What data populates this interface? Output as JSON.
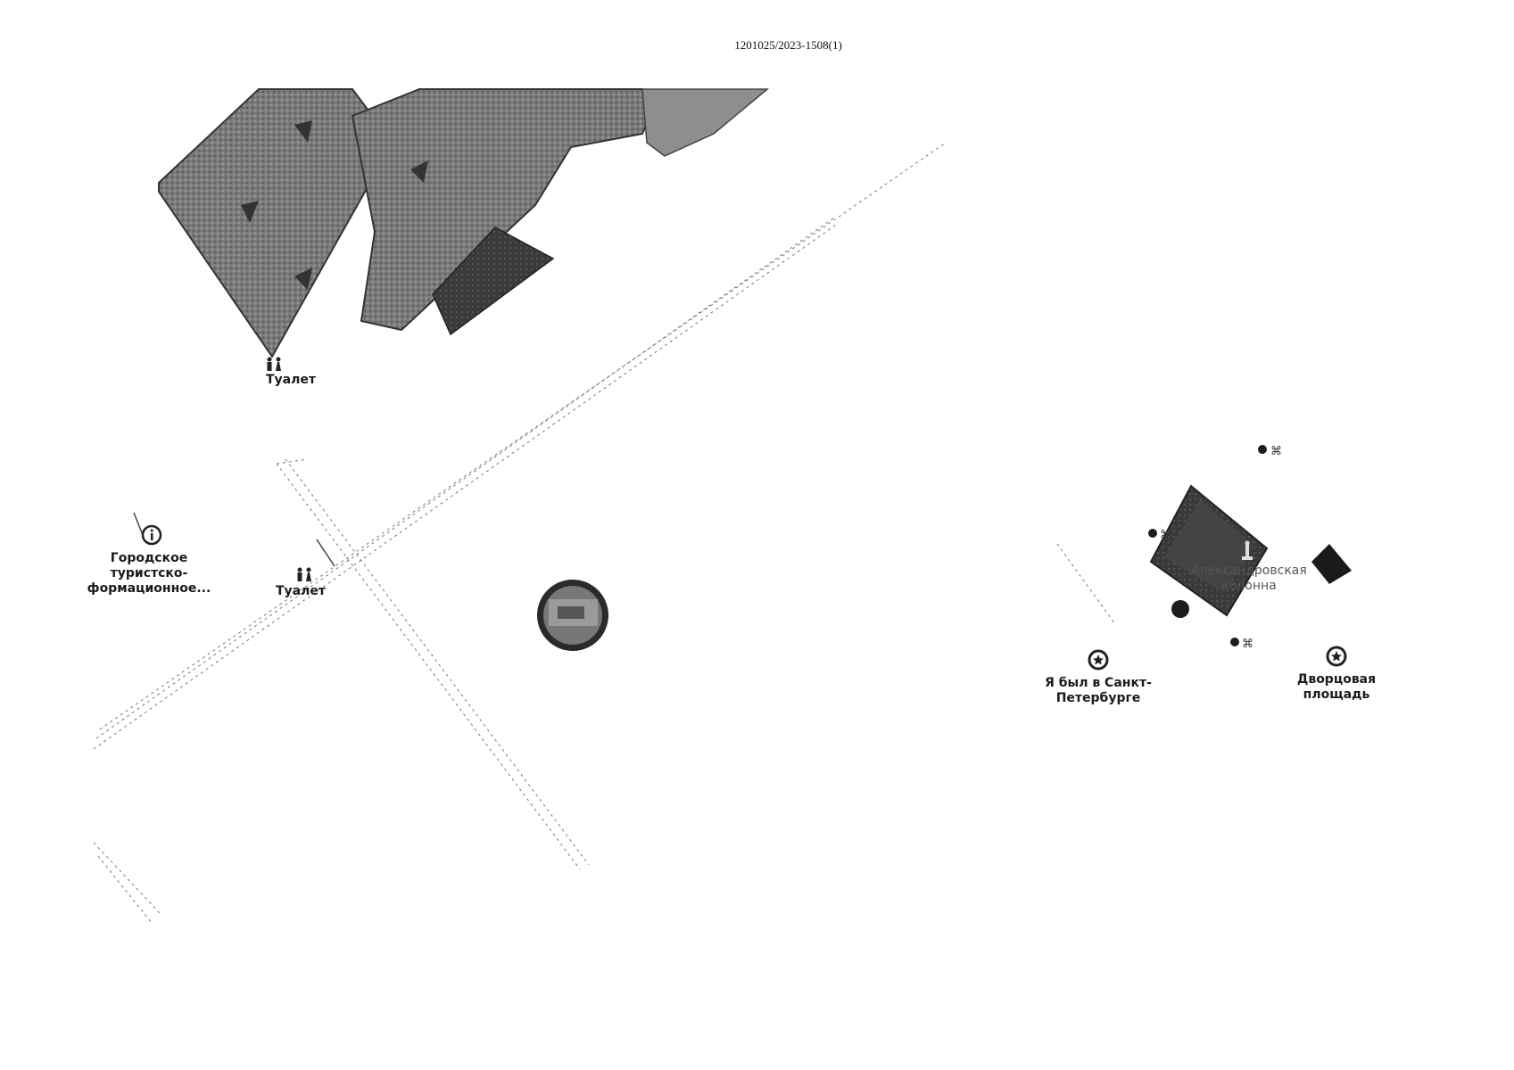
{
  "document": {
    "id": "1201025/2023-1508(1)"
  },
  "map": {
    "colors": {
      "building": "#6a6a6a",
      "building_dark": "#2d2d2d",
      "background": "#ffffff",
      "marker": "#1c1c1c"
    },
    "icons": {
      "toilet": "toilet-icon",
      "info": "info-icon",
      "monument": "monument-icon",
      "star": "star-marker-icon",
      "pin": "dot-marker-icon",
      "photo": "photo-bubble-icon"
    },
    "labels": {
      "toilet_1": "Туалет",
      "toilet_2": "Туалет",
      "tourist_center": [
        "Городское",
        "туристско-",
        "формационное..."
      ],
      "column": [
        "Александровская",
        "колонна"
      ],
      "been_spb": [
        "Я был в Санкт-",
        "Петербурге"
      ],
      "palace_square": [
        "Дворцовая",
        "площадь"
      ]
    }
  }
}
